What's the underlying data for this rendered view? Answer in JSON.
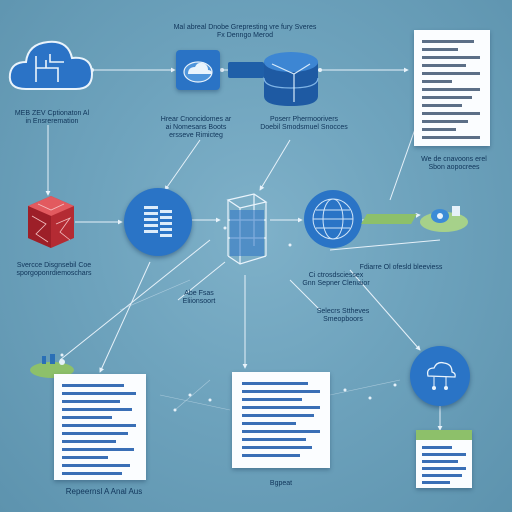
{
  "labels": {
    "top_center": [
      "Mal abreal Dnobe Grepresting vre fury Sveres",
      "Fx Denngo Merod"
    ],
    "cloud_caption": [
      "MEB ZEV Cptionaton Al",
      "in Ensreremation"
    ],
    "mid_left_caption": [
      "Hrear Cnoncidomes ar",
      "ai Nomesans Boots",
      "ersseve Rimicteg"
    ],
    "mid_right_caption": [
      "Poserr Phermoorivers",
      "Doebil Smodsmuel Snocces"
    ],
    "top_right_caption": [
      "We de cnavoons erel",
      "Sbon aopocrees"
    ],
    "left_caption": [
      "Svercce Disgnsebil Coe",
      "sporgoponrdiemoschars"
    ],
    "center_caption": [
      "Abe Fsas",
      "Eliionsoort"
    ],
    "right_caption_1": [
      "Ci ctrosdsciessex",
      "Gnn Sepner Cleniaior"
    ],
    "right_caption_2": [
      "Fdiarre Ol ofesld bleeviess"
    ],
    "right_caption_3": [
      "Selecrs Sttheves",
      "Smeopboors"
    ],
    "bottom_left_caption": [
      "Repeernsl A Anal Aus"
    ],
    "bottom_center_caption": [
      "Bgpeat"
    ]
  },
  "colors": {
    "primary_blue": "#2a74c4",
    "dark_blue": "#1d4f8f",
    "red_cube": "#c8323a",
    "green_patch": "#8dc06a",
    "doc_line": "#3a6fb6"
  },
  "icons": [
    "cloud-network-icon",
    "cloud-box-icon",
    "cylinder-stack-icon",
    "red-cube-icon",
    "server-rack-icon",
    "wireframe-cube-icon",
    "globe-icon",
    "cloud-grid-icon",
    "landscape-patch-icon",
    "small-landscape-icon",
    "document-icon"
  ]
}
